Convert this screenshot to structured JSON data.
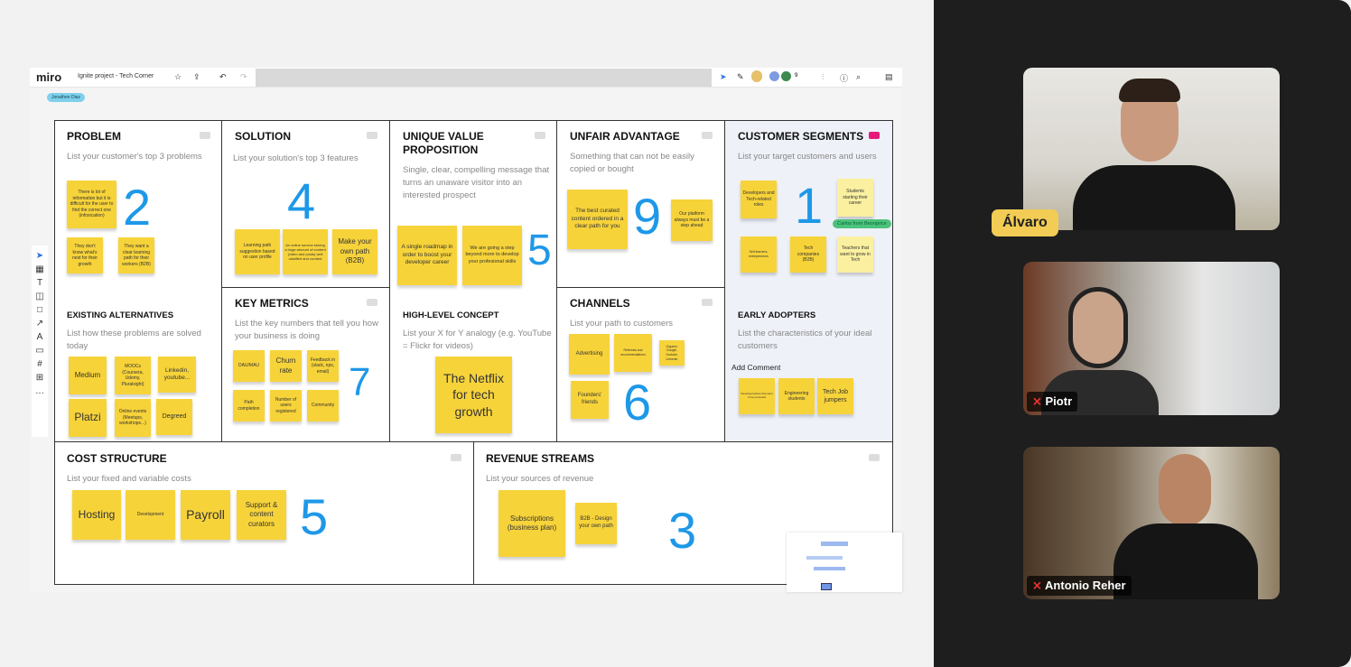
{
  "app": {
    "logo": "miro",
    "board_title": "Ignite project - Tech Corner",
    "user_cursor": "Jonathen Diaz",
    "collab_cursor": "Carlos from Beonprice",
    "participant_count": "9"
  },
  "cells": {
    "problem": {
      "title": "PROBLEM",
      "sub": "List your customer's top 3 problems",
      "num": "2",
      "stickies": [
        "There is lot of information but it is difficult for the user to find the correct one (infoxication)",
        "They don't know what's next for their growth",
        "They want a clear learning path for their workers (B2B)"
      ]
    },
    "alternatives": {
      "title": "EXISTING ALTERNATIVES",
      "sub": "List how these problems are solved today",
      "stickies": [
        "Medium",
        "MOOCs (Coursera, Udemy, Pluralsight)",
        "Linkedin, youtube...",
        "Platzi",
        "Online events (Meetups, workshops...)",
        "Degreed"
      ]
    },
    "solution": {
      "title": "SOLUTION",
      "sub": "List your solution's top 3 features",
      "num": "4",
      "stickies": [
        "Learning path suggestion based on user profile",
        "An online service storing a huge amount of content (video and posts) well clasified and curated",
        "Make your own path (B2B)"
      ]
    },
    "metrics": {
      "title": "KEY METRICS",
      "sub": "List the key numbers that tell you how your business is doing",
      "num": "7",
      "stickies": [
        "DAU/MAU",
        "Churn rate",
        "Feedback in (slack, nps, email)",
        "Path completion",
        "Number of users registered",
        "Community"
      ]
    },
    "uvp": {
      "title": "UNIQUE VALUE PROPOSITION",
      "sub": "Single, clear, compelling message that turns an unaware visitor into an interested prospect",
      "num": "5",
      "stickies": [
        "A single roadmap in order to boost your developer career",
        "We are going a step beyond more to develop your profesional skills"
      ]
    },
    "concept": {
      "title": "HIGH-LEVEL CONCEPT",
      "sub": "List your X for Y analogy (e.g. YouTube = Flickr for videos)",
      "stickies": [
        "The Netflix for tech growth"
      ]
    },
    "unfair": {
      "title": "UNFAIR ADVANTAGE",
      "sub": "Something that can not be easily copied or bought",
      "num": "9",
      "stickies": [
        "The best curated content ordered in a clear path for you",
        "Our platform always must be a step ahead"
      ]
    },
    "channels": {
      "title": "CHANNELS",
      "sub": "List your path to customers",
      "num": "6",
      "stickies": [
        "Advertising",
        "Referrals and recommendations",
        "Organic: Google, Youtube, Linkedin",
        "Founders' friends"
      ]
    },
    "segments": {
      "title": "CUSTOMER SEGMENTS",
      "sub": "List your target customers and users",
      "num": "1",
      "stickies": [
        "Developers and Tech-related roles",
        "Students starting their career",
        "Self-learners, entrepreneurs",
        "Tech companies (B2B)",
        "Teachers that want to grow in Tech"
      ]
    },
    "adopters": {
      "title": "EARLY ADOPTERS",
      "sub": "List the characteristics of your ideal customers",
      "comment": "Add Comment",
      "stickies": [
        "Developers/devs that want to be promoted",
        "Engineering students",
        "Tech Job jumpers"
      ]
    },
    "cost": {
      "title": "COST STRUCTURE",
      "sub": "List your fixed and variable costs",
      "stickies": [
        "Hosting",
        "Development",
        "Payroll",
        "Support & content curators"
      ]
    },
    "revenue": {
      "title": "REVENUE STREAMS",
      "sub": "List your sources of revenue",
      "num": "3",
      "stickies": [
        "Subscriptions (business plan)",
        "B2B - Design your own path"
      ]
    }
  },
  "participants": [
    {
      "name": "Álvaro"
    },
    {
      "name": "Piotr"
    },
    {
      "name": "Antonio Reher"
    }
  ],
  "colors": {
    "sticky": "#f7d33a",
    "accent_number": "#1e98e8",
    "name_tag": "#f2cc54"
  }
}
